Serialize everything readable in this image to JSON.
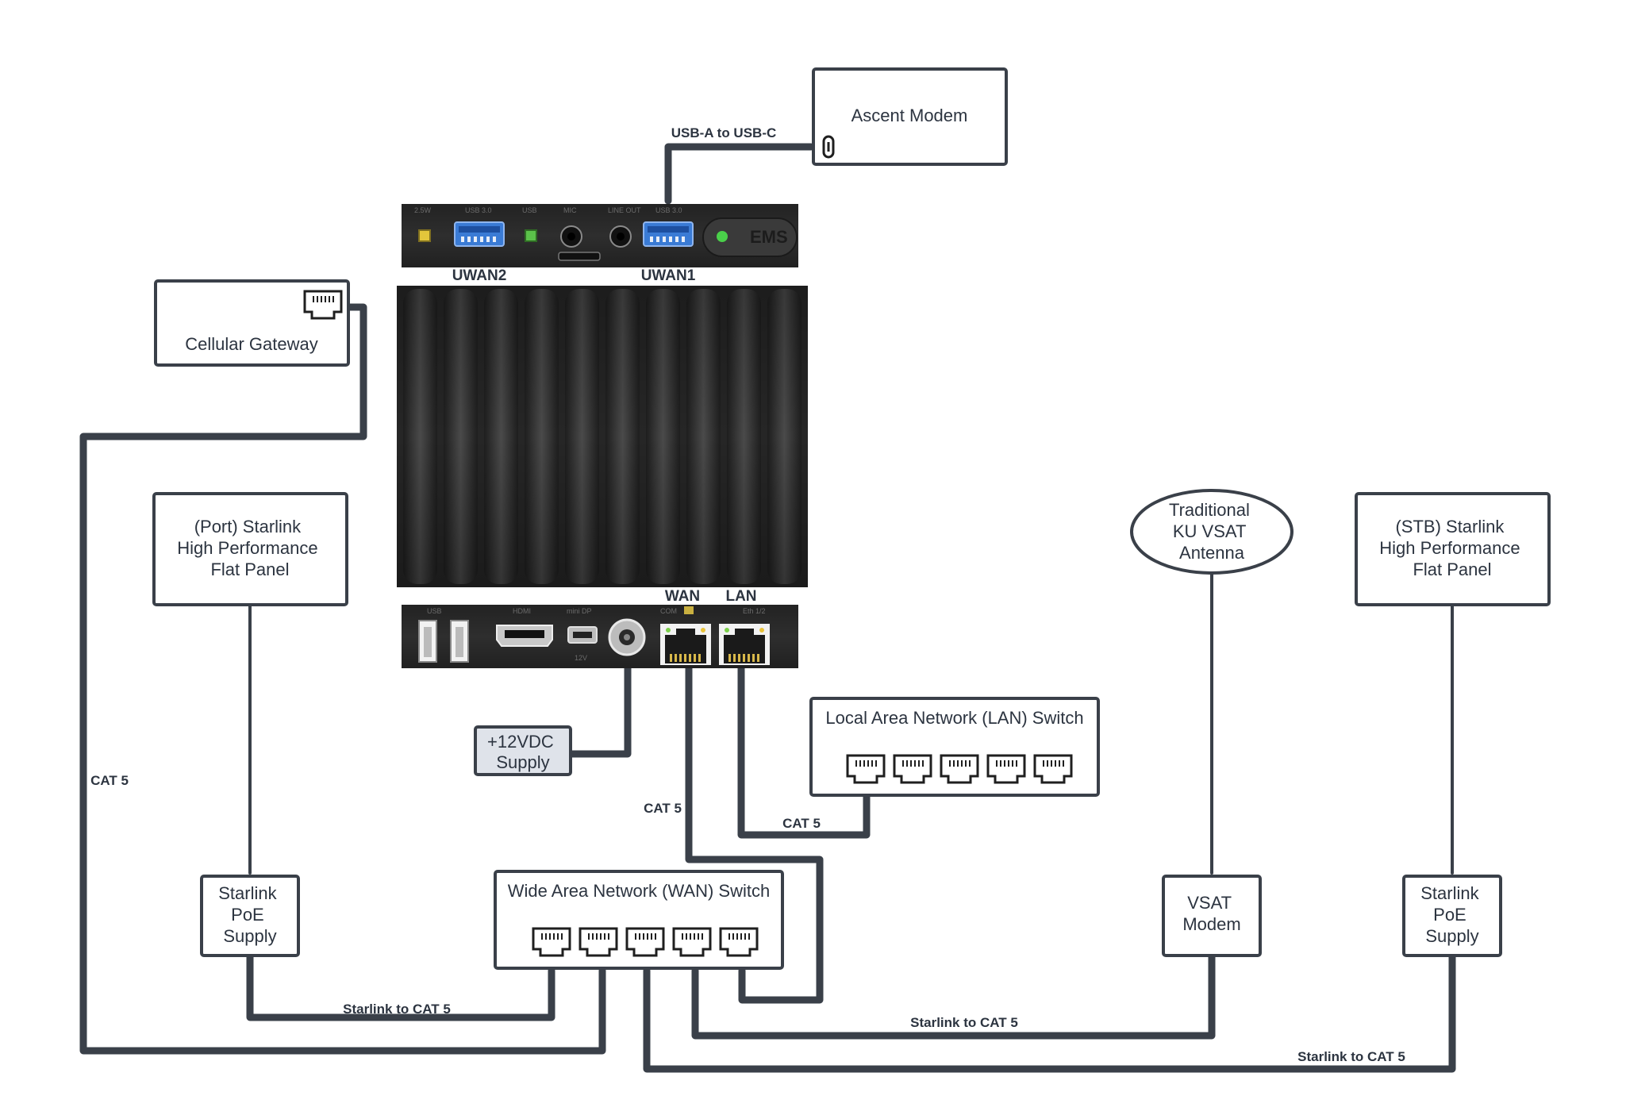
{
  "nodes": {
    "ascent_modem": "Ascent Modem",
    "cellular_gateway": "Cellular Gateway",
    "port_starlink": [
      "(Port) Starlink",
      "High Performance",
      "Flat Panel"
    ],
    "stb_starlink": [
      "(STB) Starlink",
      "High Performance",
      "Flat Panel"
    ],
    "vsat_antenna": [
      "Traditional",
      "KU VSAT",
      "Antenna"
    ],
    "vsat_modem": [
      "VSAT",
      "Modem"
    ],
    "starlink_poe_port": [
      "Starlink",
      "PoE",
      "Supply"
    ],
    "starlink_poe_stb": [
      "Starlink",
      "PoE",
      "Supply"
    ],
    "power_supply": [
      "+12VDC",
      "Supply"
    ],
    "lan_switch": "Local Area Network (LAN) Switch",
    "wan_switch": "Wide Area Network (WAN) Switch"
  },
  "router_ports": {
    "uwan2": "UWAN2",
    "uwan1": "UWAN1",
    "wan": "WAN",
    "lan": "LAN"
  },
  "device_silkscreen": {
    "top": [
      "2.5W",
      "USB 3.0",
      "USB",
      "MIC",
      "LINE OUT",
      "USB 3.0",
      "EMS"
    ],
    "bottom": [
      "USB",
      "HDMI",
      "mini DP",
      "12V",
      "COM",
      "Eth 1/2"
    ]
  },
  "connections": {
    "usb": "USB-A to USB-C",
    "cat5_cell": "CAT 5",
    "cat5_wan": "CAT 5",
    "cat5_lan": "CAT 5",
    "starlink_port": "Starlink to CAT 5",
    "starlink_vsat": "Starlink to CAT 5",
    "starlink_stb": "Starlink to CAT 5"
  },
  "colors": {
    "line": "#3a4049",
    "text": "#2c3440",
    "device_body": "#2e2e2e",
    "usb_blue": "#3a7bd5",
    "supply_fill": "#dfe3ea"
  }
}
